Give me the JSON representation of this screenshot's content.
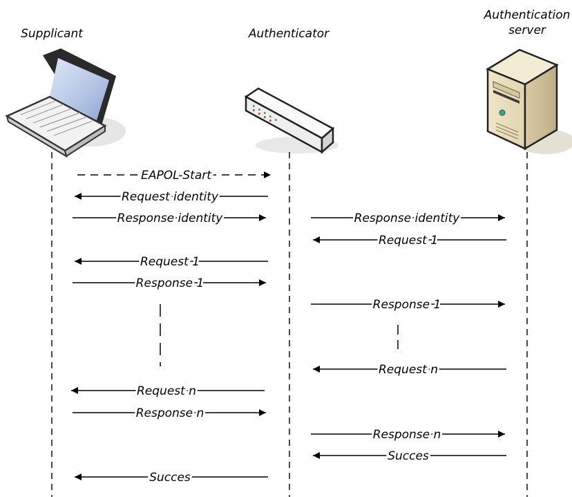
{
  "entities": {
    "supplicant": {
      "label": "Supplicant"
    },
    "authenticator": {
      "label": "Authenticator"
    },
    "server": {
      "label_line1": "Authentication",
      "label_line2": "server"
    }
  },
  "messages": [
    {
      "label": "EAPOL-Start",
      "direction": "right",
      "style": "dashed",
      "lane": "supplicant-authenticator"
    },
    {
      "label": "Request identity",
      "direction": "left",
      "style": "solid",
      "lane": "supplicant-authenticator"
    },
    {
      "label": "Response identity",
      "direction": "right",
      "style": "solid",
      "lane": "supplicant-authenticator"
    },
    {
      "label": "Response identity",
      "direction": "right",
      "style": "solid",
      "lane": "authenticator-server"
    },
    {
      "label": "Request 1",
      "direction": "left",
      "style": "solid",
      "lane": "authenticator-server"
    },
    {
      "label": "Request 1",
      "direction": "left",
      "style": "solid",
      "lane": "supplicant-authenticator"
    },
    {
      "label": "Response 1",
      "direction": "right",
      "style": "solid",
      "lane": "supplicant-authenticator"
    },
    {
      "label": "Response 1",
      "direction": "right",
      "style": "solid",
      "lane": "authenticator-server"
    },
    {
      "label": "Request n",
      "direction": "left",
      "style": "solid",
      "lane": "authenticator-server"
    },
    {
      "label": "Request n",
      "direction": "left",
      "style": "solid",
      "lane": "supplicant-authenticator"
    },
    {
      "label": "Response n",
      "direction": "right",
      "style": "solid",
      "lane": "supplicant-authenticator"
    },
    {
      "label": "Response n",
      "direction": "right",
      "style": "solid",
      "lane": "authenticator-server"
    },
    {
      "label": "Succes",
      "direction": "left",
      "style": "solid",
      "lane": "authenticator-server"
    },
    {
      "label": "Succes",
      "direction": "left",
      "style": "solid",
      "lane": "supplicant-authenticator"
    }
  ],
  "icons": {
    "supplicant": "laptop-icon",
    "authenticator": "network-switch-icon",
    "server": "server-tower-icon"
  }
}
